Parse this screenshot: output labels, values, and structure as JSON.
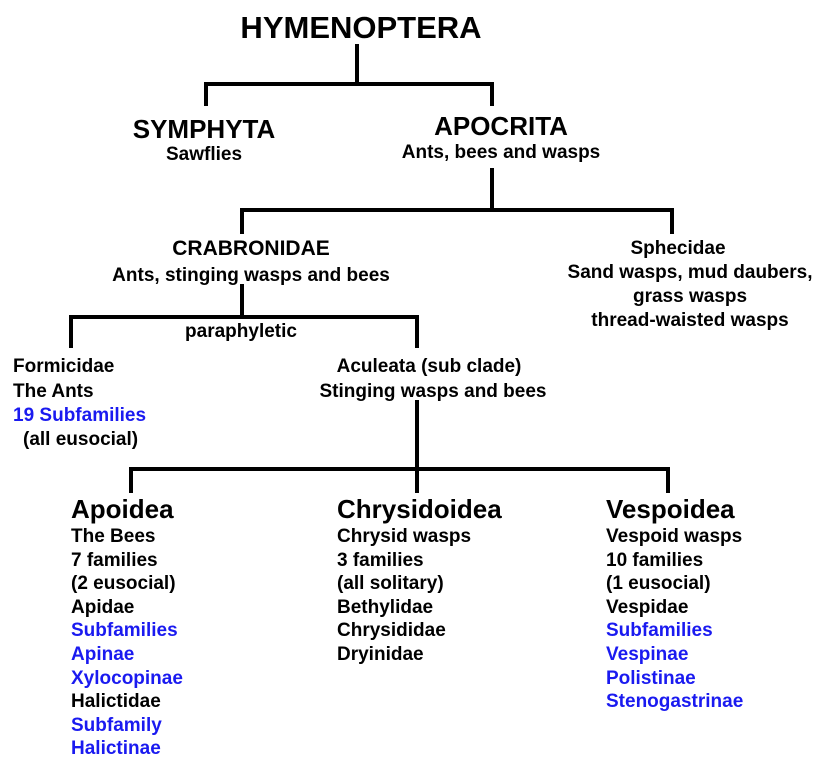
{
  "root": {
    "title": "HYMENOPTERA"
  },
  "symphyta": {
    "title": "SYMPHYTA",
    "subtitle": "Sawflies"
  },
  "apocrita": {
    "title": "APOCRITA",
    "subtitle": "Ants, bees and wasps"
  },
  "crabronidae": {
    "title": "CRABRONIDAE",
    "subtitle": "Ants, stinging wasps and bees"
  },
  "sphecidae": {
    "title": "Sphecidae",
    "lines": [
      "Sand wasps, mud daubers,",
      "grass wasps",
      "thread-waisted wasps"
    ]
  },
  "paraphyletic_label": "paraphyletic",
  "formicidae": {
    "title": "Formicidae",
    "subtitle": "The Ants",
    "subfamilies": "19 Subfamilies",
    "note": "(all eusocial)"
  },
  "aculeata": {
    "title": "Aculeata (sub clade)",
    "subtitle": "Stinging wasps and bees"
  },
  "apoidea": {
    "title": "Apoidea",
    "lines": [
      {
        "text": "The Bees",
        "blue": false
      },
      {
        "text": "7 families",
        "blue": false
      },
      {
        "text": "(2 eusocial)",
        "blue": false
      },
      {
        "text": "Apidae",
        "blue": false
      },
      {
        "text": "Subfamilies",
        "blue": true
      },
      {
        "text": "Apinae",
        "blue": true
      },
      {
        "text": "Xylocopinae",
        "blue": true
      },
      {
        "text": "Halictidae",
        "blue": false
      },
      {
        "text": "Subfamily",
        "blue": true
      },
      {
        "text": "Halictinae",
        "blue": true
      }
    ]
  },
  "chrysidoidea": {
    "title": "Chrysidoidea",
    "lines": [
      {
        "text": "Chrysid wasps",
        "blue": false
      },
      {
        "text": "3 families",
        "blue": false
      },
      {
        "text": "(all solitary)",
        "blue": false
      },
      {
        "text": "Bethylidae",
        "blue": false
      },
      {
        "text": "Chrysididae",
        "blue": false
      },
      {
        "text": "Dryinidae",
        "blue": false
      }
    ]
  },
  "vespoidea": {
    "title": "Vespoidea",
    "lines": [
      {
        "text": "Vespoid wasps",
        "blue": false
      },
      {
        "text": "10 families",
        "blue": false
      },
      {
        "text": "(1 eusocial)",
        "blue": false
      },
      {
        "text": "Vespidae",
        "blue": false
      },
      {
        "text": "Subfamilies",
        "blue": true
      },
      {
        "text": "Vespinae",
        "blue": true
      },
      {
        "text": "Polistinae",
        "blue": true
      },
      {
        "text": "Stenogastrinae",
        "blue": true
      }
    ]
  },
  "colors": {
    "text": "#000000",
    "highlight": "#1a1af0",
    "lines": "#000000"
  }
}
